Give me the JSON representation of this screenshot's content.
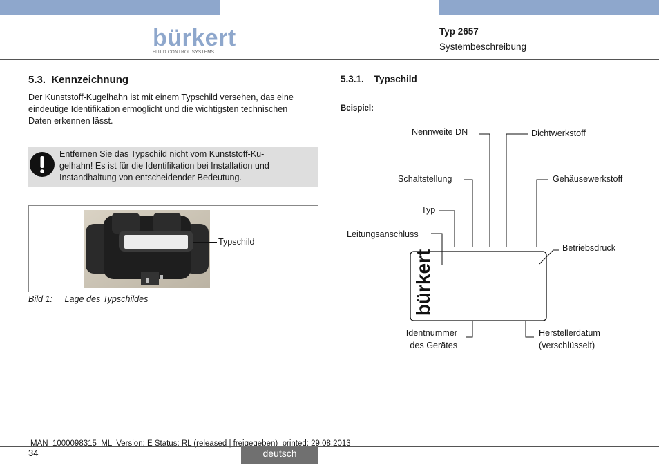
{
  "header": {
    "logo_text": "bürkert",
    "logo_subtitle": "FLUID CONTROL SYSTEMS",
    "doc_type": "Typ 2657",
    "doc_subtitle": "Systembeschreibung"
  },
  "left": {
    "section_title": "5.3.  Kennzeichnung",
    "intro_lines": [
      "Der Kunststoff-Kugelhahn ist mit einem Typschild versehen, das eine",
      "eindeutige Identifikation ermöglicht und die wichtigsten technischen",
      "Daten erkennen lässt."
    ],
    "warning_lines": [
      "Entfernen Sie das Typschild nicht vom Kunststoff-Ku-",
      "gelhahn! Es ist für die Identifikation bei Installation und",
      "Instandhaltung von entscheidender Bedeutung."
    ],
    "figure_label": "Typschild",
    "caption_number": "Bild 1:",
    "caption_text": "Lage des Typschildes"
  },
  "right": {
    "subsection_title": "5.3.1.    Typschild",
    "example_label": "Beispiel:",
    "labels": {
      "nennweite": "Nennweite DN",
      "dichtwerkstoff": "Dichtwerkstoff",
      "schaltstellung": "Schaltstellung",
      "gehaeusewerkstoff": "Gehäusewerkstoff",
      "typ": "Typ",
      "leitungsanschluss": "Leitungsanschluss",
      "betriebsdruck": "Betriebsdruck",
      "identnummer_1": "Identnummer",
      "identnummer_2": "des Gerätes",
      "herstellerdatum_1": "Herstellerdatum",
      "herstellerdatum_2": "(verschlüsselt)"
    },
    "plate_logo": "bürkert"
  },
  "footer": {
    "doc_info": "MAN  1000098315  ML  Version: E Status: RL (released | freigegeben)  printed: 29.08.2013",
    "page_number": "34",
    "language": "deutsch"
  },
  "colors": {
    "brand_blue": "#8ea7cc",
    "warning_bg": "#dedede",
    "footer_tab": "#707070"
  }
}
